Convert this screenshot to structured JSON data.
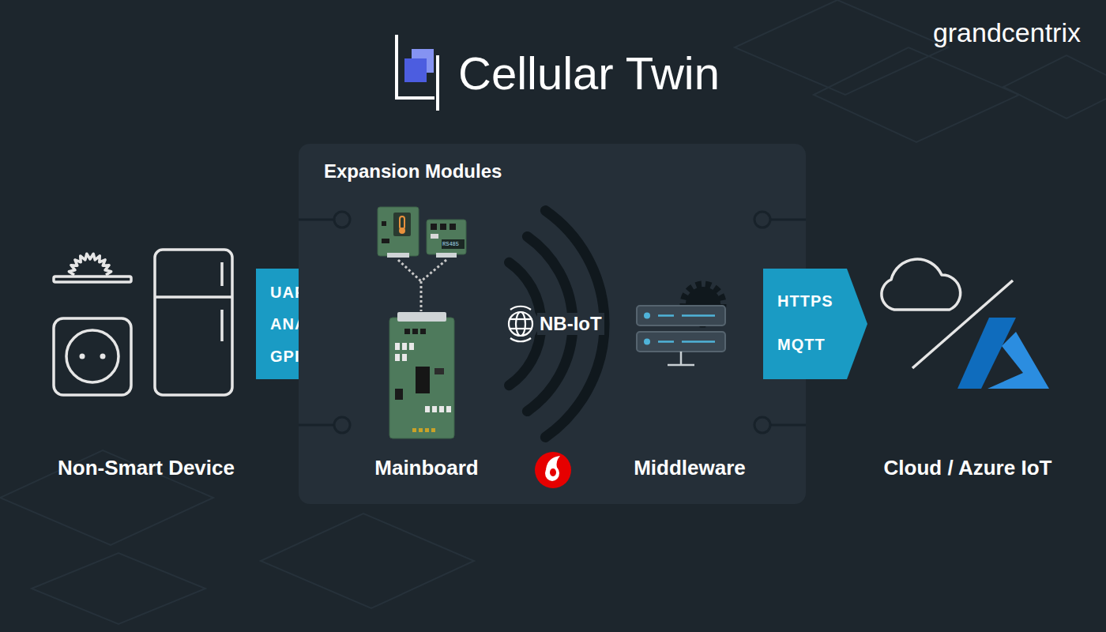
{
  "diagram": {
    "title": "Cellular Twin",
    "nodes": [
      {
        "text": [
          "Non-Smart Device"
        ]
      },
      {
        "text": [
          "UART",
          "ANALOG",
          "GPIO"
        ]
      },
      {
        "text": [
          "Expansion Modules"
        ]
      },
      {
        "text": [
          "Mainboard"
        ],
        "in": 2
      },
      {
        "text": [
          "Middleware"
        ],
        "in": 2
      },
      {
        "text": [
          "HTTPS",
          "MQTT"
        ]
      },
      {
        "text": [
          "Cloud / Azure IoT"
        ]
      }
    ],
    "labels": [
      "grandcentrix",
      "RS485",
      "NB-IoT"
    ]
  }
}
